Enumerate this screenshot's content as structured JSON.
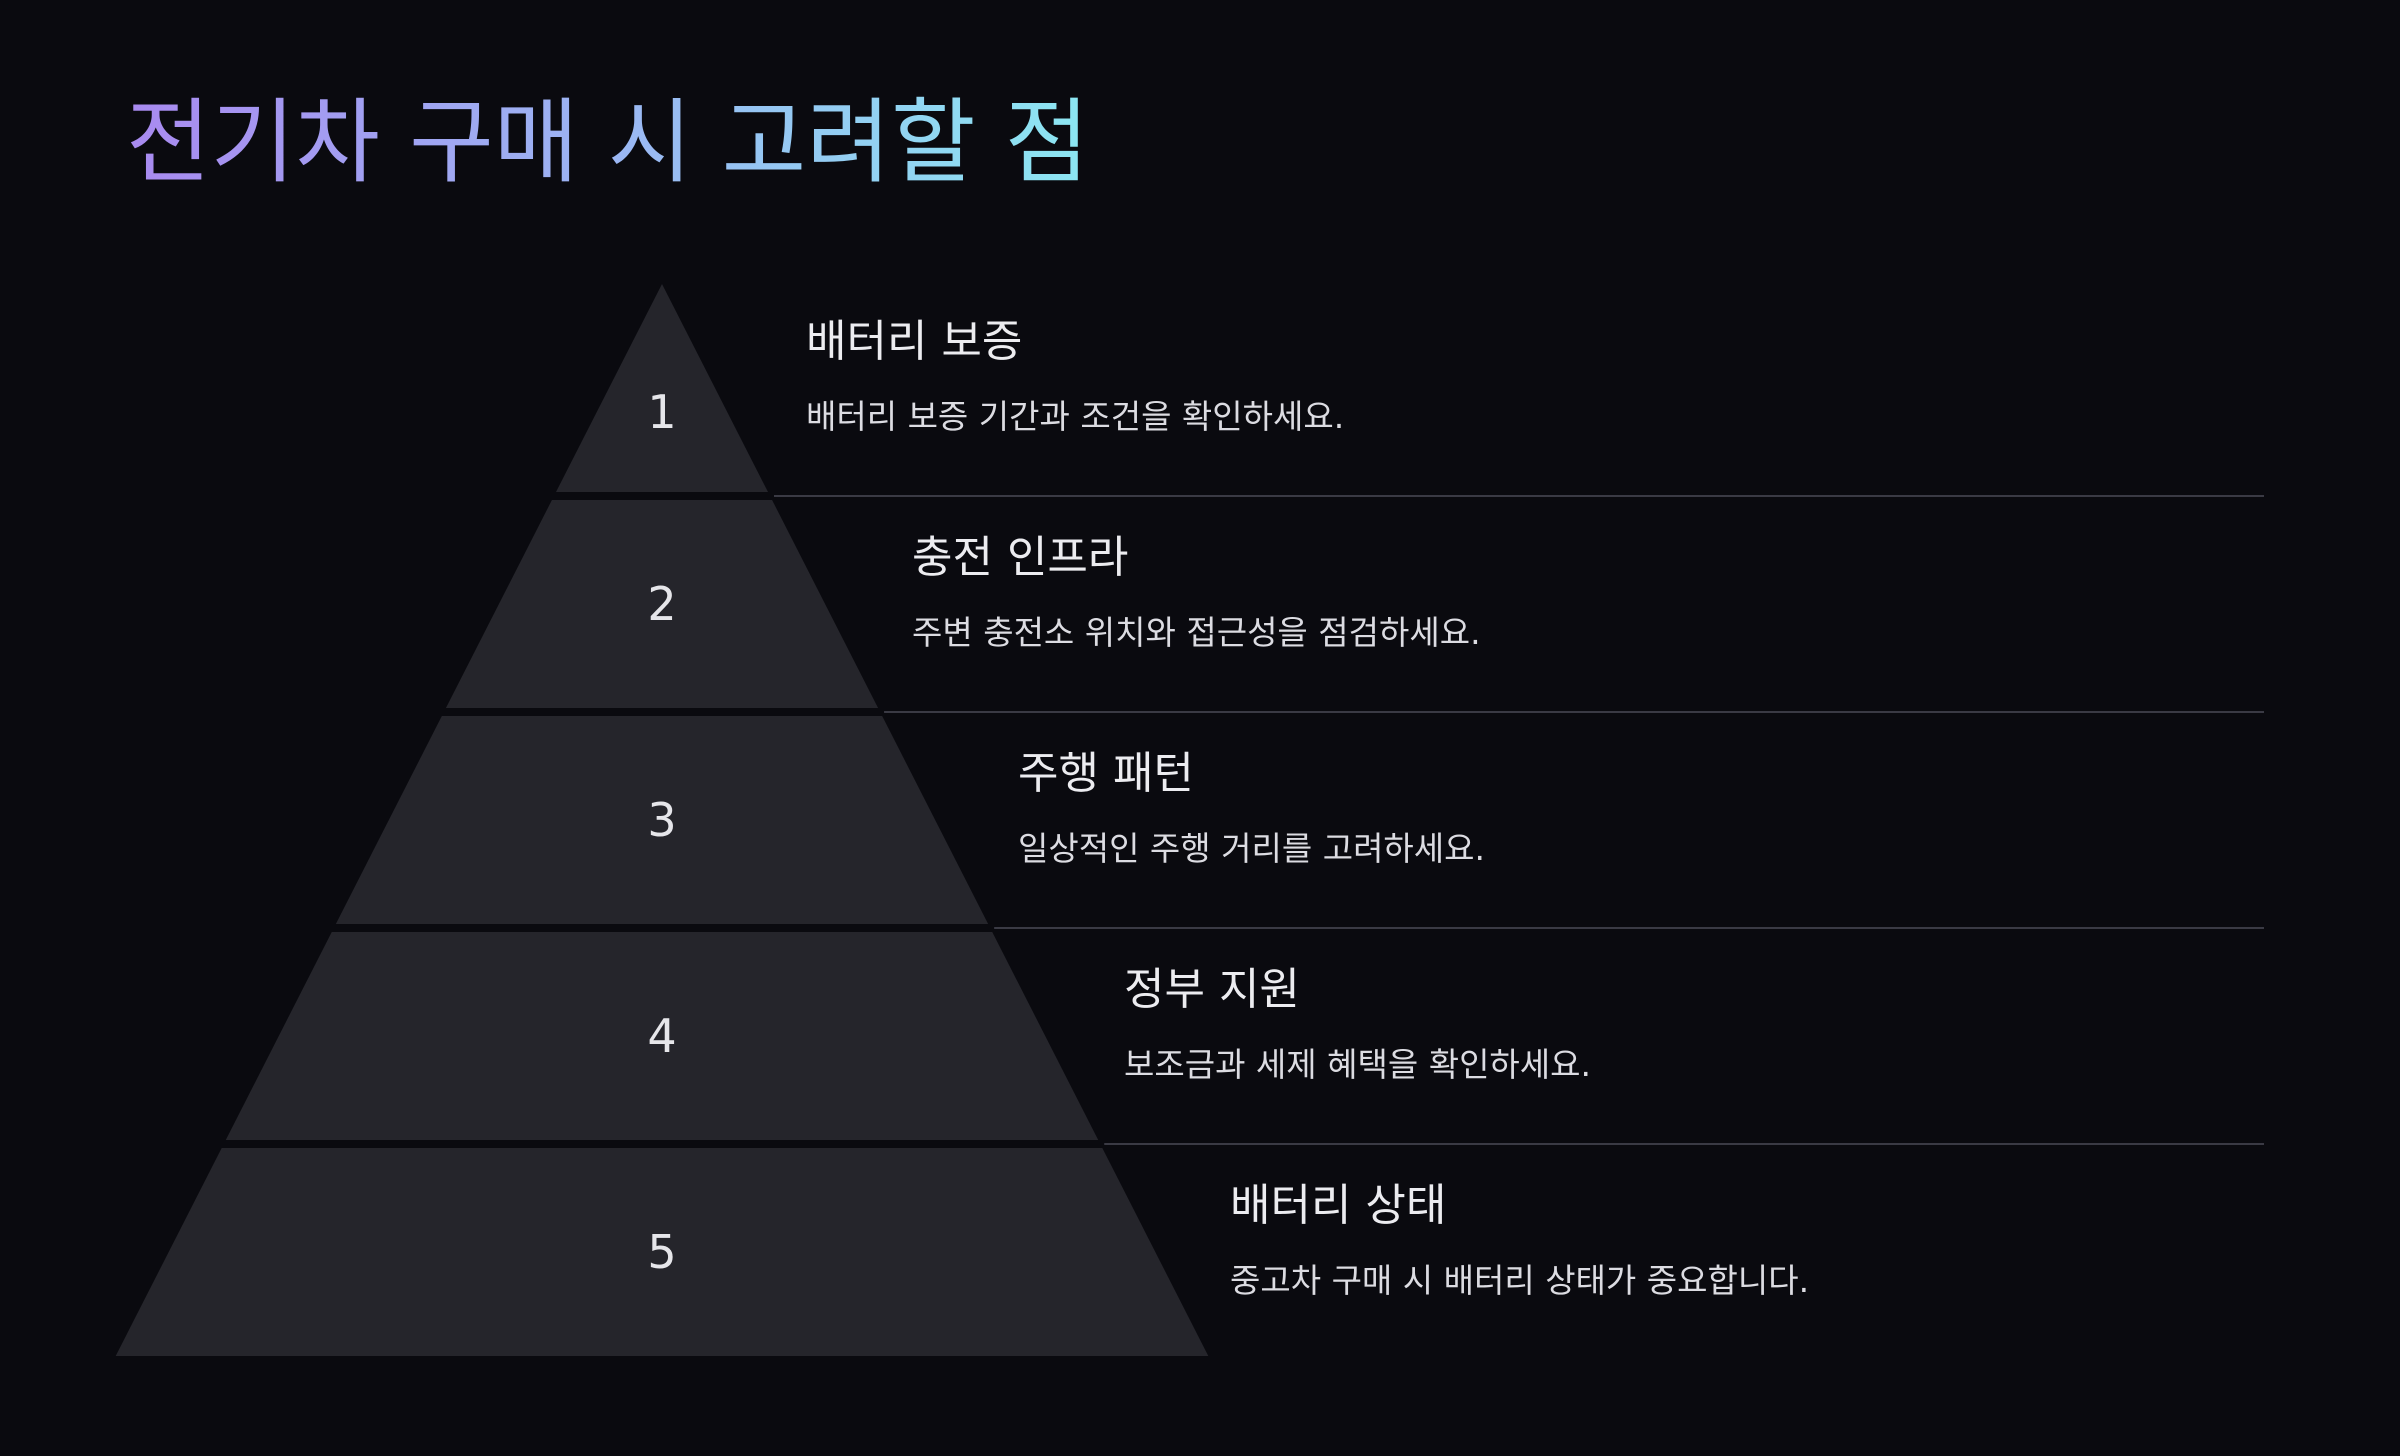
{
  "title": "전기차 구매 시 고려할 점",
  "colors": {
    "background": "#0a0a0f",
    "tier_fill": "#25252b",
    "title_gradient": [
      "#a98af0",
      "#9bb6f3",
      "#8ce7f2"
    ]
  },
  "levels": [
    {
      "number": "1",
      "title": "배터리 보증",
      "description": "배터리 보증 기간과 조건을 확인하세요."
    },
    {
      "number": "2",
      "title": "충전 인프라",
      "description": "주변 충전소 위치와 접근성을 점검하세요."
    },
    {
      "number": "3",
      "title": "주행 패턴",
      "description": "일상적인 주행 거리를 고려하세요."
    },
    {
      "number": "4",
      "title": "정부 지원",
      "description": "보조금과 세제 혜택을 확인하세요."
    },
    {
      "number": "5",
      "title": "배터리 상태",
      "description": "중고차 구매 시 배터리 상태가 중요합니다."
    }
  ]
}
